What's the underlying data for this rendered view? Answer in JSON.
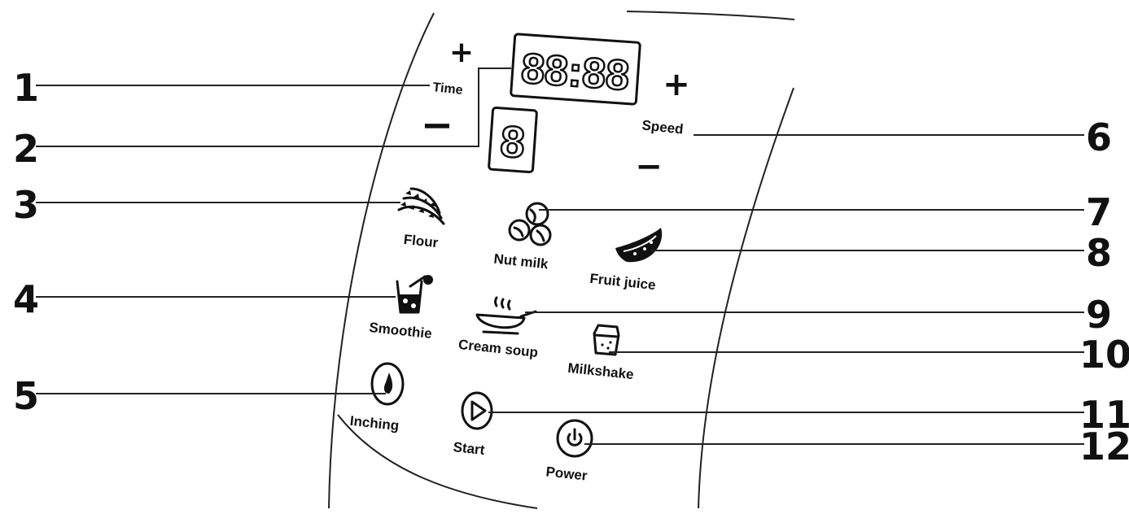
{
  "display": {
    "clock": "88:88",
    "speed_digit": "8"
  },
  "controls": {
    "time_label": "Time",
    "time_plus": "+",
    "time_minus": "−",
    "speed_label": "Speed",
    "speed_plus": "+",
    "speed_minus": "−"
  },
  "buttons": {
    "flour": "Flour",
    "nut_milk": "Nut milk",
    "fruit_juice": "Fruit juice",
    "smoothie": "Smoothie",
    "cream_soup": "Cream soup",
    "milkshake": "Milkshake",
    "inching": "Inching",
    "start": "Start",
    "power": "Power"
  },
  "callouts": [
    "1",
    "2",
    "3",
    "4",
    "5",
    "6",
    "7",
    "8",
    "9",
    "10",
    "11",
    "12"
  ],
  "icons": {
    "flour": "wheat-icon",
    "nut_milk": "nuts-icon",
    "fruit_juice": "watermelon-slice-icon",
    "smoothie": "smoothie-glass-icon",
    "cream_soup": "soup-bowl-icon",
    "milkshake": "milkshake-cup-icon",
    "inching": "drop-icon",
    "start": "play-icon",
    "power": "power-icon"
  }
}
